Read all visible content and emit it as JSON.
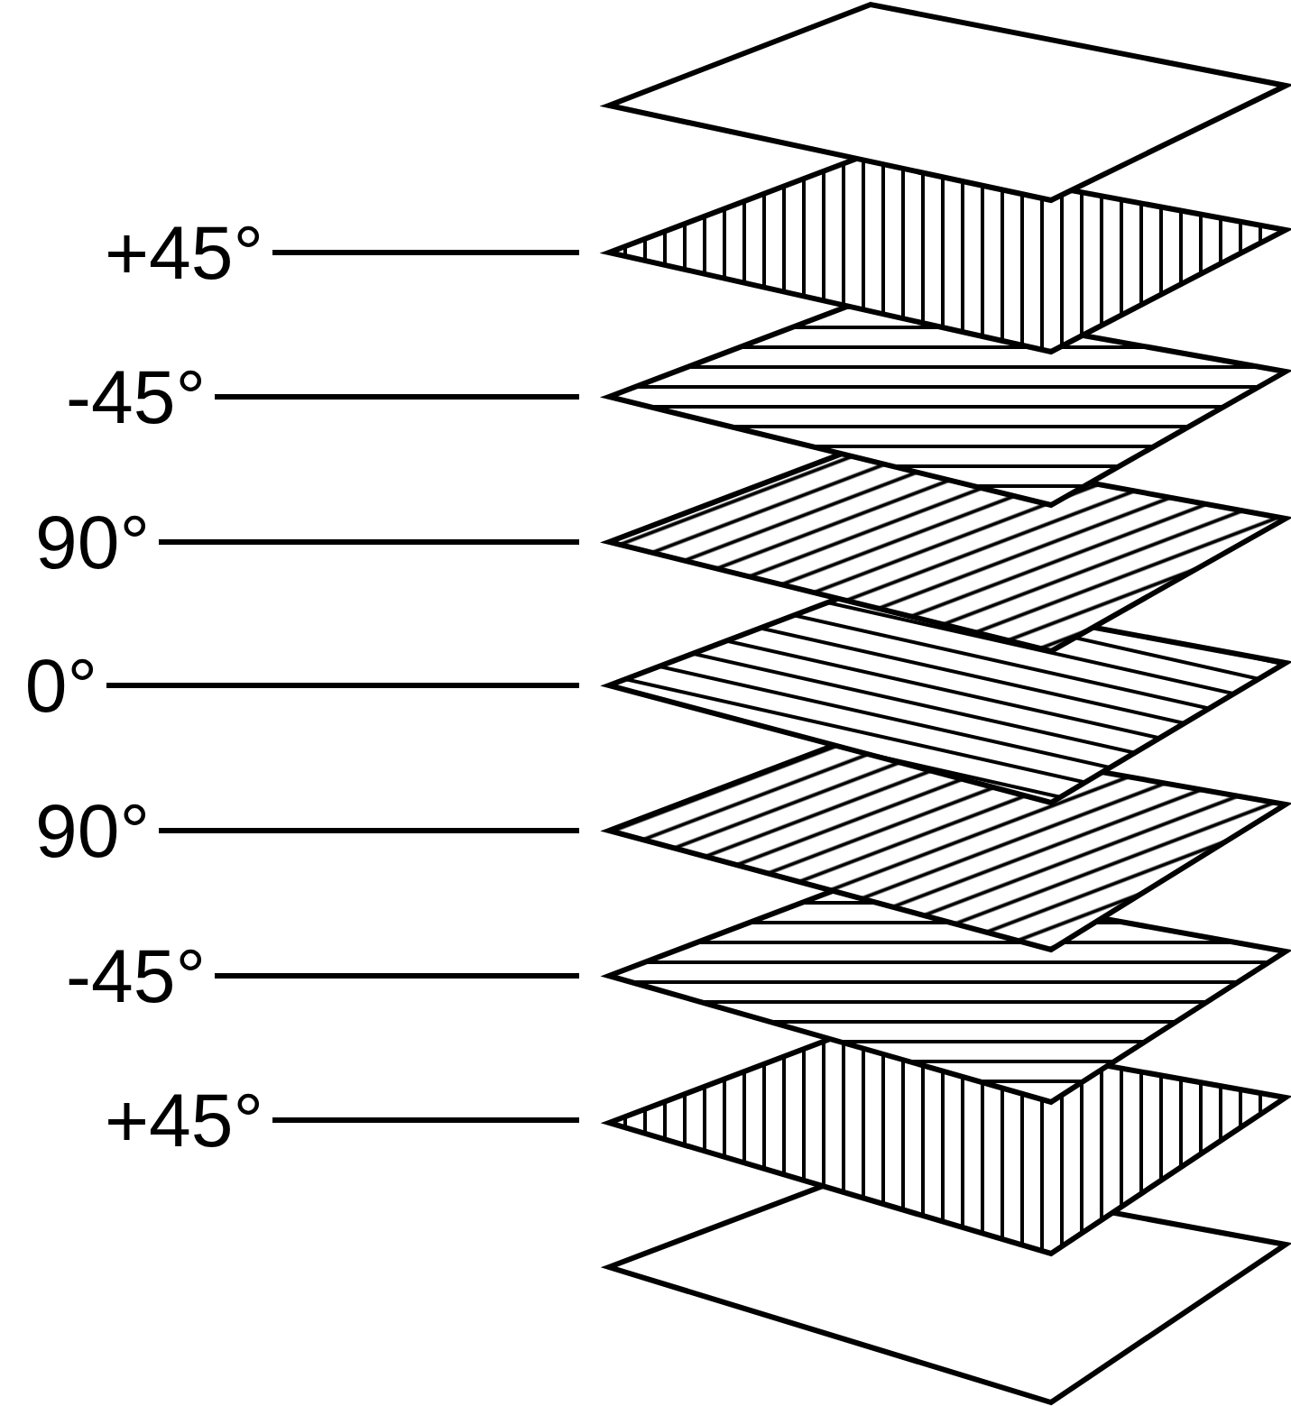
{
  "diagram": {
    "labels": [
      "+45°",
      "-45°",
      "90°",
      "0°",
      "90°",
      "-45°",
      "+45°"
    ]
  }
}
